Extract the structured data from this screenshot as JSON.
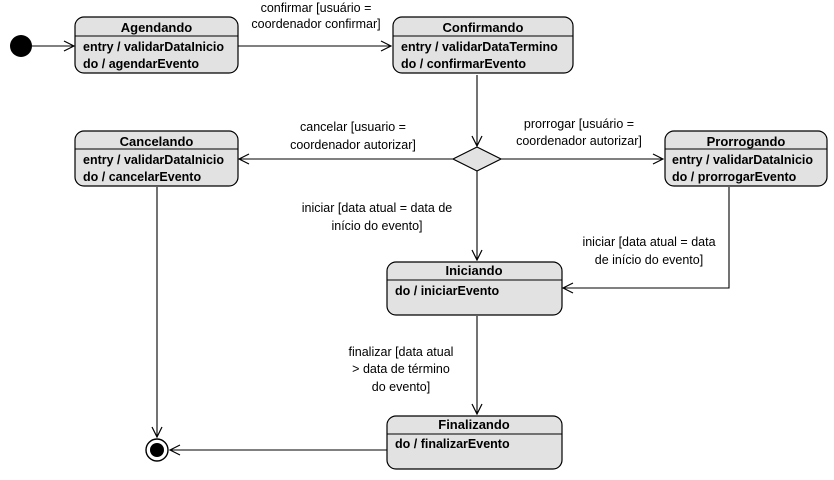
{
  "diagram": {
    "states": {
      "agendando": {
        "name": "Agendando",
        "entry": "entry / validarDataInicio",
        "do": "do / agendarEvento"
      },
      "confirmando": {
        "name": "Confirmando",
        "entry": "entry / validarDataTermino",
        "do": "do / confirmarEvento"
      },
      "cancelando": {
        "name": "Cancelando",
        "entry": "entry / validarDataInicio",
        "do": "do / cancelarEvento"
      },
      "prorrogando": {
        "name": "Prorrogando",
        "entry": "entry / validarDataInicio",
        "do": "do / prorrogarEvento"
      },
      "iniciando": {
        "name": "Iniciando",
        "do": "do / iniciarEvento"
      },
      "finalizando": {
        "name": "Finalizando",
        "do": "do / finalizarEvento"
      }
    },
    "transitions": {
      "confirmar": [
        "confirmar [usuário =",
        "coordenador confirmar]"
      ],
      "cancelar": [
        "cancelar [usuario =",
        "coordenador autorizar]"
      ],
      "prorrogar": [
        "prorrogar [usuário =",
        "coordenador autorizar]"
      ],
      "iniciar": [
        "iniciar [data atual = data de",
        "início do evento]"
      ],
      "iniciar_prorrogado": [
        "iniciar [data atual = data",
        "de início do evento]"
      ],
      "finalizar": [
        "finalizar [data atual",
        "> data de término",
        "do evento]"
      ]
    }
  }
}
